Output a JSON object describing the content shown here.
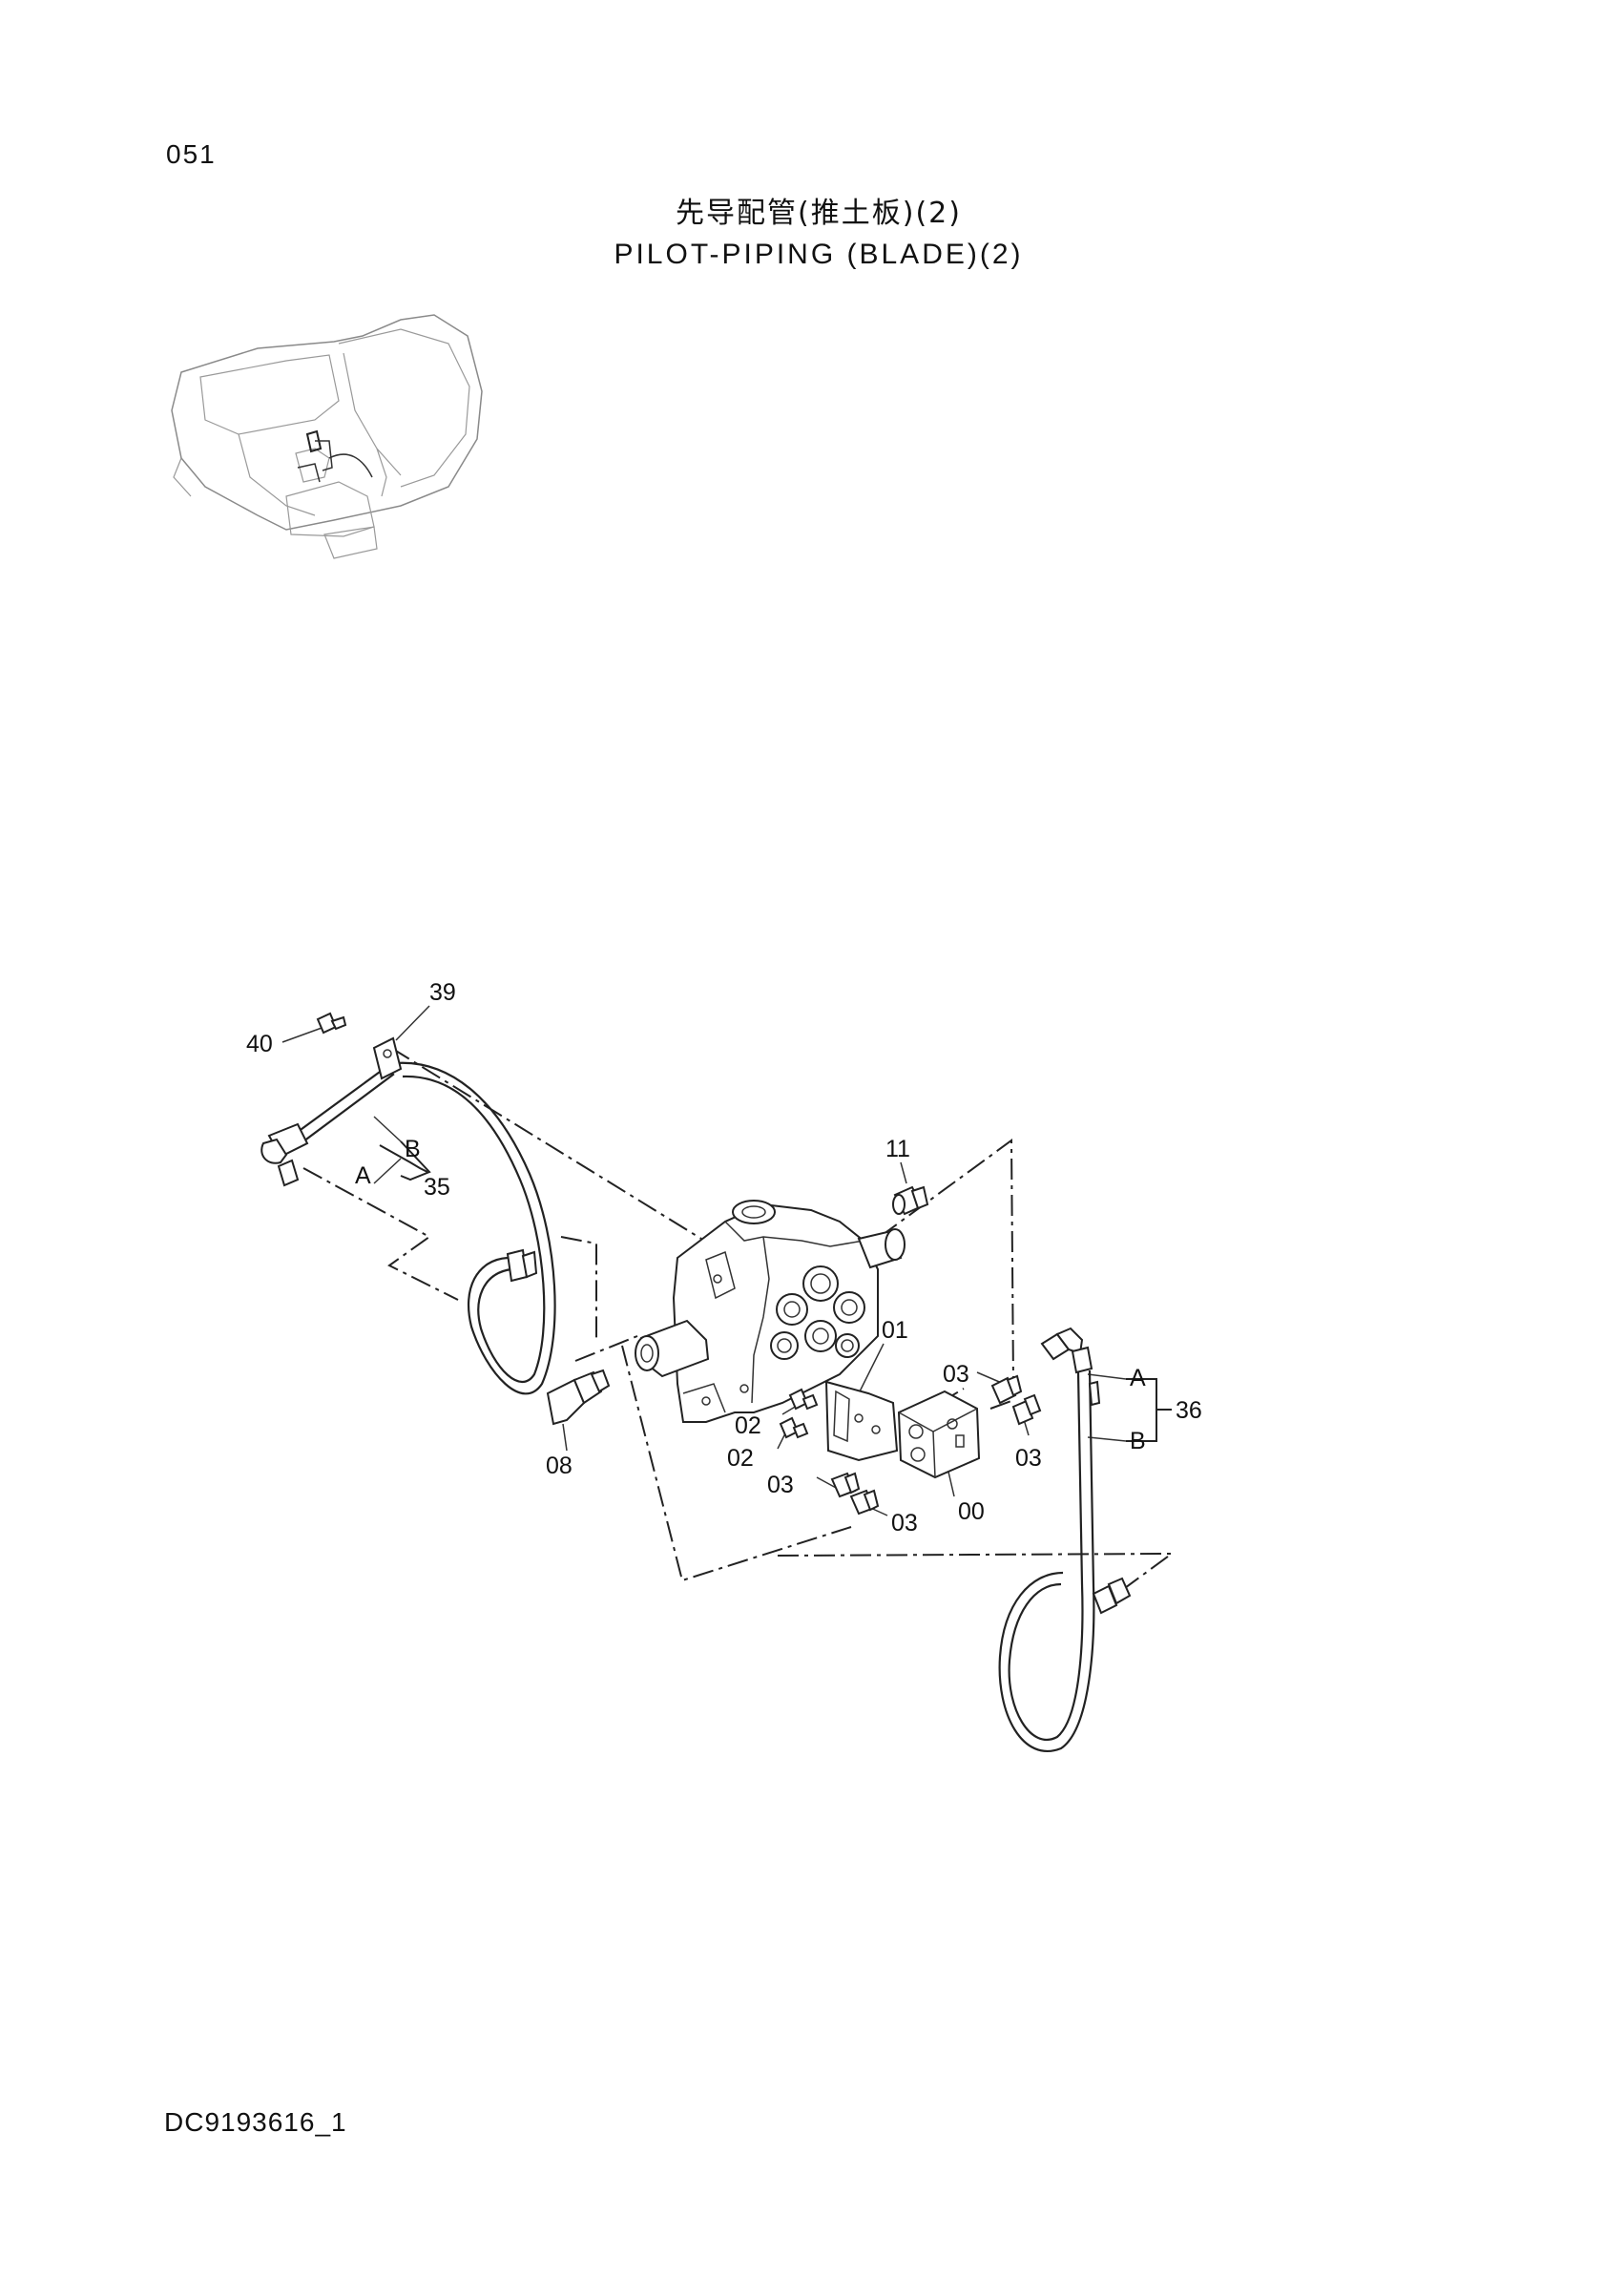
{
  "page": {
    "number": "051",
    "title_zh": "先导配管(推土板)(2)",
    "title_en": "PILOT-PIPING (BLADE)(2)",
    "document_code": "DC9193616_1"
  },
  "callouts": {
    "c40": "40",
    "c39": "39",
    "c35": "35",
    "c35a": "A",
    "c35b": "B",
    "c11": "11",
    "c01": "01",
    "c08": "08",
    "c02a": "02",
    "c02b": "02",
    "c03a": "03",
    "c03b": "03",
    "c03c": "03",
    "c03d": "03",
    "c00": "00",
    "c36": "36",
    "c36a": "A",
    "c36b": "B"
  },
  "icons": {
    "overview": "excavator-overview-icon",
    "valve": "control-valve-icon",
    "block": "manifold-block-icon"
  }
}
